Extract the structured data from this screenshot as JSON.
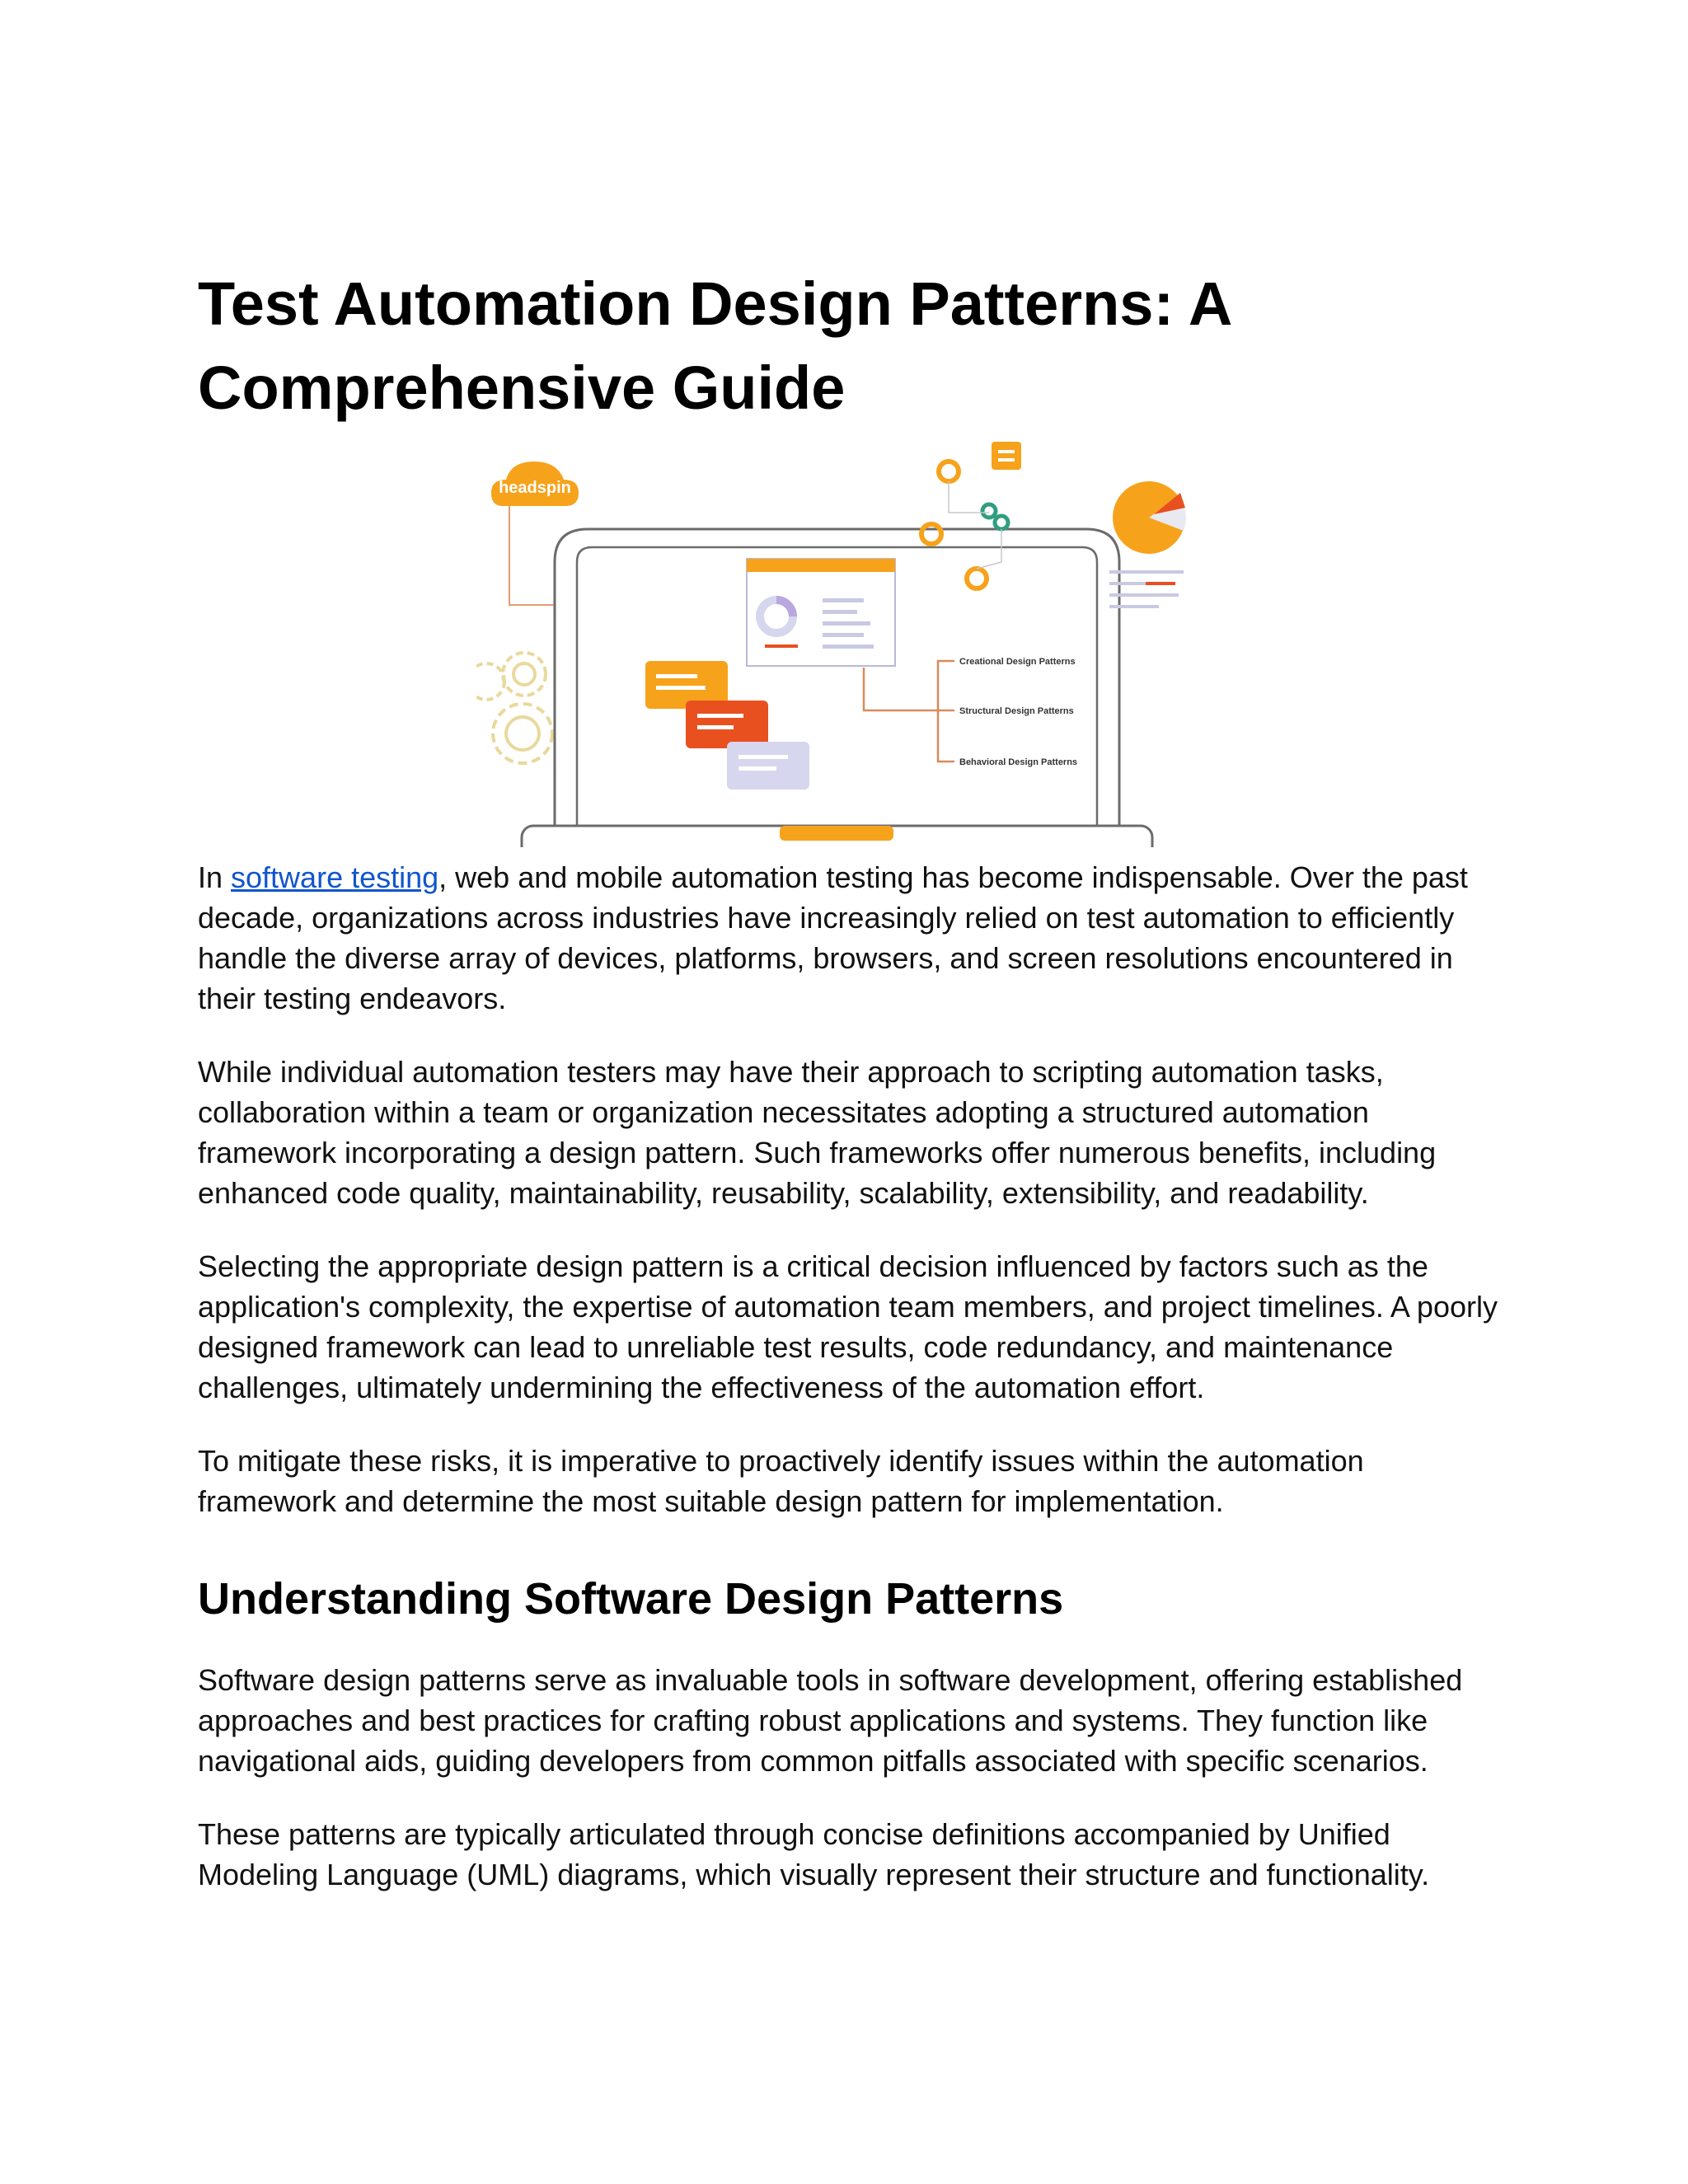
{
  "document": {
    "title": "Test Automation Design Patterns: A Comprehensive Guide",
    "hero_image": {
      "logo_text": "headspin",
      "labels": [
        "Creational Design Patterns",
        "Structural Design Patterns",
        "Behavioral Design Patterns"
      ],
      "icons": [
        "cloud-logo",
        "laptop",
        "gear",
        "pie-chart",
        "code-window",
        "message-cards"
      ],
      "colors": {
        "orange": "#f7a21b",
        "red": "#e8501f",
        "lavender": "#d6d6ee",
        "teal": "#2f9e80",
        "outline": "#6b6b6b"
      }
    },
    "intro": {
      "prefix": "In ",
      "link_text": "software testing",
      "suffix": ", web and mobile automation testing has become indispensable. Over the past decade, organizations across industries have increasingly relied on test automation to efficiently handle the diverse array of devices, platforms, browsers, and screen resolutions encountered in their testing endeavors."
    },
    "paragraphs": [
      "While individual automation testers may have their approach to scripting automation tasks, collaboration within a team or organization necessitates adopting a structured automation framework incorporating a design pattern. Such frameworks offer numerous benefits, including enhanced code quality, maintainability, reusability, scalability, extensibility, and readability.",
      "Selecting the appropriate design pattern is a critical decision influenced by factors such as the application's complexity, the expertise of automation team members, and project timelines. A poorly designed framework can lead to unreliable test results, code redundancy, and maintenance challenges, ultimately undermining the effectiveness of the automation effort.",
      "To mitigate these risks, it is imperative to proactively identify issues within the automation framework and determine the most suitable design pattern for implementation."
    ],
    "section_heading": "Understanding Software Design Patterns",
    "section_paragraphs": [
      "Software design patterns serve as invaluable tools in software development, offering established approaches and best practices for crafting robust applications and systems. They function like navigational aids, guiding developers from common pitfalls associated with specific scenarios.",
      "These patterns are typically articulated through concise definitions accompanied by Unified Modeling Language (UML) diagrams, which visually represent their structure and functionality."
    ]
  }
}
